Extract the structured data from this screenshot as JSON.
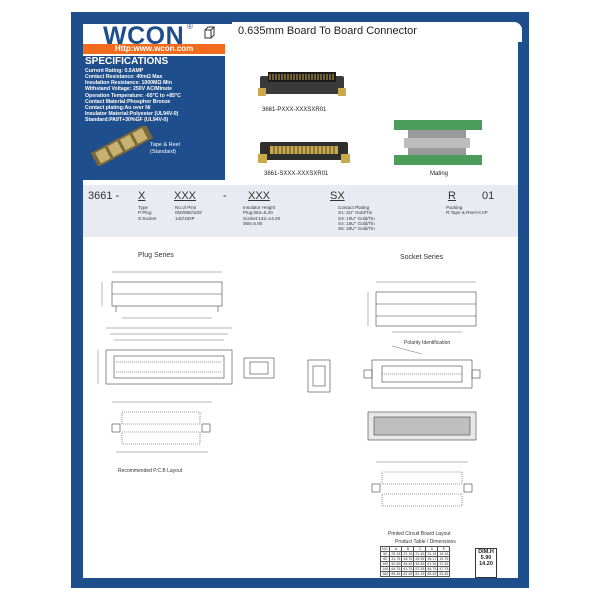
{
  "brand": {
    "logo": "WCON",
    "reg": "®",
    "url": "Http:www.wcon.com"
  },
  "header": {
    "title": "0.635mm Board To Board Connector"
  },
  "specs": {
    "heading": "SPECIFICATIONS",
    "lines": [
      "Current Rating: 0.5AMP",
      "Contact Resistance: 40mΩ Max",
      "Insulation Resistance: 1000MΩ Min",
      "Withstand Voltage: 250V AC/Minute",
      "Operation Temperature: -65°C to +85°C",
      "Contact Material:Phosphor Bronze",
      "Contact plating:Au over Ni",
      "Insulator Material:Polyester (UL94V-0)",
      "Standard:PA9T+30%GF (UL94V-0)"
    ],
    "tape_label_1": "Tape & Reel",
    "tape_label_2": "(Standard)"
  },
  "photos": {
    "plug_caption": "3661-PXXX-XXXSXR01",
    "socket_caption": "3661-SXXX-XXXSXR01",
    "mating_caption": "Mating"
  },
  "part_number": {
    "prefix": "3661 -",
    "type": "X",
    "pins": "XXX",
    "dash": "-",
    "height": "XXX",
    "plating": "SX",
    "packing": "R",
    "suffix": "01",
    "type_desc": [
      "Type",
      "P:Plug",
      "S:Socket"
    ],
    "pins_desc": [
      "No.of Pins",
      "050/060/100/",
      "140/160P"
    ],
    "height_desc": [
      "Insulator Height",
      "Plug:062=6.20",
      "Socket:142=14.20",
      "          058=5.90"
    ],
    "plating_desc": [
      "Contact Plating",
      "S1: 3U\" Gold/Tin",
      "S3: 10U\" Gold/Tin",
      "S4: 15U\" Gold/Tin",
      "S5: 30U\" Gold/Tin"
    ],
    "packing_desc": [
      "Packing",
      "R:Tape & Reel+CAP"
    ]
  },
  "drawings": {
    "plug_title": "Plug Series",
    "socket_title": "Socket Series",
    "pcb_label_plug": "Recommended P.C.B Layout",
    "pcb_label_socket": "Printed Circuit Board Layout",
    "polarity_label": "Polarity Identification",
    "table_caption": "Product Table / Dimensions",
    "dim_head": "DIM.H",
    "dim_1": "5.90",
    "dim_2": "14.20"
  },
  "table": {
    "header": [
      "NO.",
      "A",
      "B",
      "C",
      "D",
      "E"
    ],
    "rows": [
      [
        "50",
        "25.15",
        "22.15",
        "21.45",
        "31.15",
        "16.15"
      ],
      [
        "60",
        "31.75",
        "28.75",
        "26.95",
        "35.17",
        "19.75"
      ],
      [
        "100",
        "50.45",
        "48.45",
        "45.45",
        "51.35",
        "37.45"
      ],
      [
        "140",
        "64.75",
        "61.75",
        "57.35",
        "46.75",
        "47.75"
      ],
      [
        "160",
        "85.45",
        "82.45",
        "81.15",
        "85.45",
        "53.45"
      ]
    ]
  },
  "colors": {
    "navy": "#1f4e8c",
    "orange": "#f26b1d",
    "pcb_green": "#4c9c5c"
  }
}
